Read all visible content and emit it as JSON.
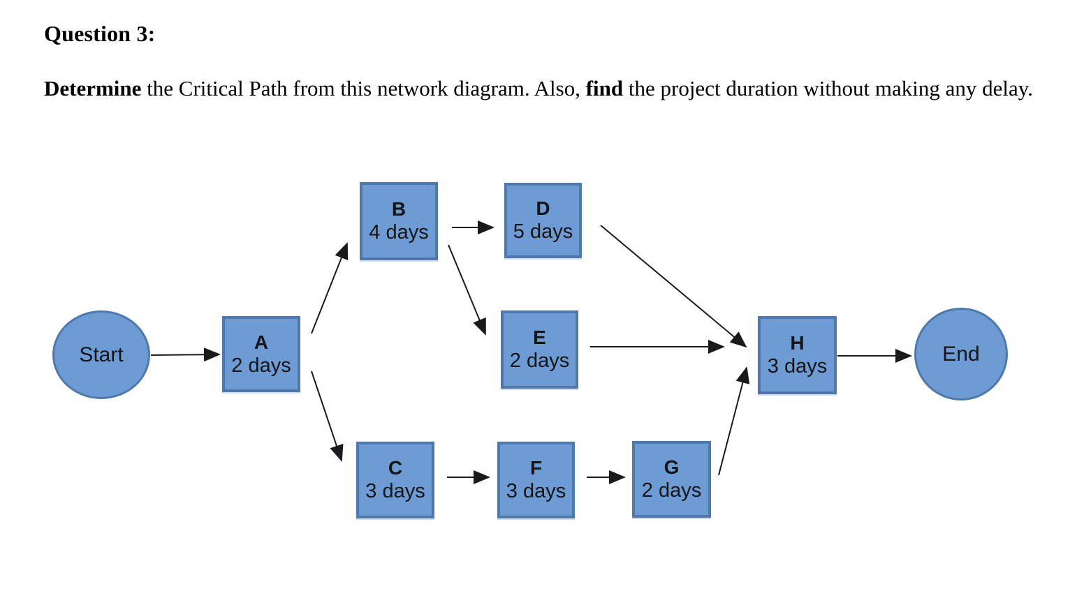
{
  "page": {
    "title": "Question 3:",
    "prompt": [
      {
        "text": "Determine",
        "bold": true
      },
      {
        "text": " the Critical Path from this network diagram. Also, ",
        "bold": false
      },
      {
        "text": "find",
        "bold": true
      },
      {
        "text": " the project duration without making any delay.",
        "bold": false
      }
    ]
  },
  "colors": {
    "node_fill": "#6D9BD3",
    "node_border": "#4E79AD",
    "arrow": "#1A1A1A",
    "text": "#000000"
  },
  "diagram": {
    "type": "activity-network",
    "nodes": [
      {
        "id": "Start",
        "shape": "ellipse",
        "label": "Start"
      },
      {
        "id": "A",
        "shape": "rect",
        "label": "A",
        "duration": "2 days"
      },
      {
        "id": "B",
        "shape": "rect",
        "label": "B",
        "duration": "4 days"
      },
      {
        "id": "C",
        "shape": "rect",
        "label": "C",
        "duration": "3 days"
      },
      {
        "id": "D",
        "shape": "rect",
        "label": "D",
        "duration": "5 days"
      },
      {
        "id": "E",
        "shape": "rect",
        "label": "E",
        "duration": "2 days"
      },
      {
        "id": "F",
        "shape": "rect",
        "label": "F",
        "duration": "3 days"
      },
      {
        "id": "G",
        "shape": "rect",
        "label": "G",
        "duration": "2 days"
      },
      {
        "id": "H",
        "shape": "rect",
        "label": "H",
        "duration": "3 days"
      },
      {
        "id": "End",
        "shape": "ellipse",
        "label": "End"
      }
    ],
    "edges": [
      {
        "from": "Start",
        "to": "A"
      },
      {
        "from": "A",
        "to": "B"
      },
      {
        "from": "A",
        "to": "C"
      },
      {
        "from": "B",
        "to": "D"
      },
      {
        "from": "B",
        "to": "E"
      },
      {
        "from": "C",
        "to": "F"
      },
      {
        "from": "D",
        "to": "H"
      },
      {
        "from": "E",
        "to": "H"
      },
      {
        "from": "F",
        "to": "G"
      },
      {
        "from": "G",
        "to": "H"
      },
      {
        "from": "H",
        "to": "End"
      }
    ]
  }
}
